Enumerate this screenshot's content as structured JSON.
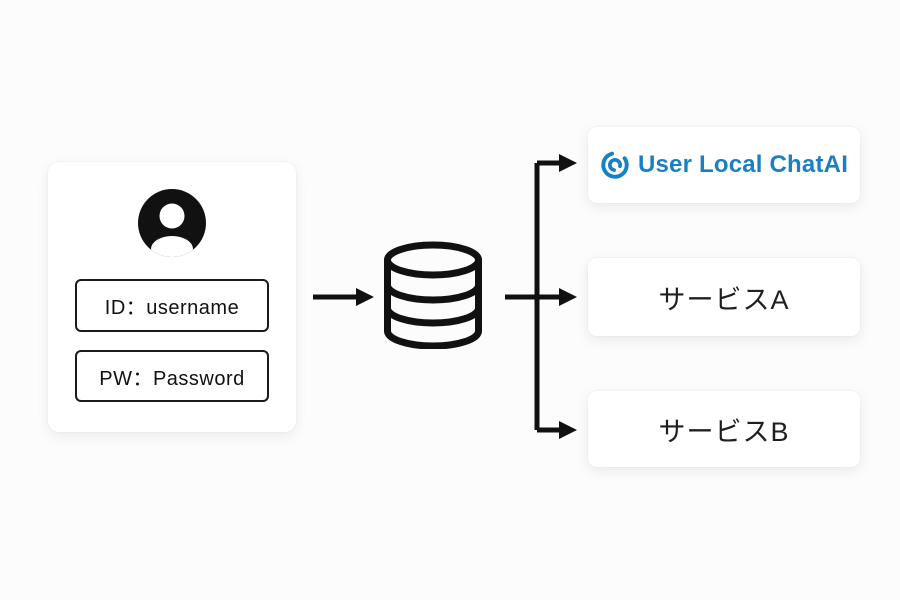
{
  "colors": {
    "brand_blue": "#1a80c4",
    "line_black": "#111111",
    "card_bg": "#ffffff",
    "page_bg": "#fcfcfc"
  },
  "user_card": {
    "icon": "person-icon",
    "fields": [
      {
        "label": "ID：username"
      },
      {
        "label": "PW：Password"
      }
    ]
  },
  "database": {
    "icon": "database-icon"
  },
  "targets": [
    {
      "type": "brand-logo",
      "label": "User Local ChatAI"
    },
    {
      "type": "service",
      "label": "サービスA"
    },
    {
      "type": "service",
      "label": "サービスB"
    }
  ]
}
